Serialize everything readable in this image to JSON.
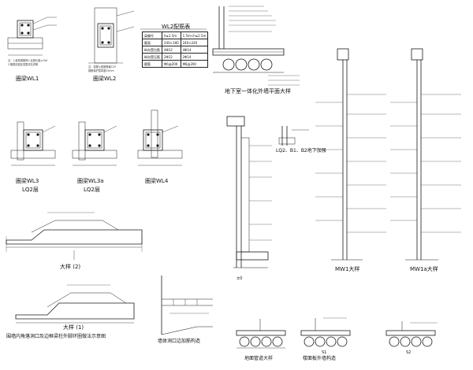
{
  "sheet": {
    "background": "#ffffff",
    "line_color": "#1a1a1a",
    "accent_color": "#d9d9d9"
  },
  "titles": {
    "wl1": "圈梁WL1",
    "wl2": "圈梁WL2",
    "wl2_table": "WL2配筋表",
    "brick_section": "地下室一体化外墙平面大样",
    "wl3": "圈梁WL3",
    "lq2_a": "LQ2层",
    "wl3a": "圈梁WL3a",
    "lq2_b": "LQ2层",
    "wl4": "圈梁WL4",
    "lq_note": "LQ2、B1、B2地下加强",
    "detail2": "大样 (2)",
    "detail1": "大样 (1)",
    "detail1_note": "围墙内角落洞口及边框梁柱外脚环圈做法示意图",
    "mw1": "MW1大样",
    "mw1a": "MW1a大样",
    "waterproof": "墙体洞口边加筋构造",
    "slab": "楼面板外墙构造",
    "pipe": "地面管道大样",
    "elev_note": "±0",
    "s1": "S1",
    "s2": "S2"
  },
  "wl2_table": {
    "header": [
      "梁编号",
      "h≤1.5m",
      "1.5m<h≤2.5m"
    ],
    "rows": [
      [
        "截面",
        "240×180",
        "240×240"
      ],
      [
        "纵向受拉筋",
        "4Φ12",
        "4Φ14"
      ],
      [
        "纵向受压筋",
        "2Φ12",
        "2Φ14"
      ],
      [
        "箍筋",
        "Φ6@200",
        "Φ6@200"
      ]
    ]
  },
  "notes": {
    "n1": "注：1.梁底钢筋伸入支座长度≥15d",
    "n2": "2.箍筋加密区范围详见说明",
    "n3": "注：混凝土强度等级C25",
    "n4": "钢筋保护层厚度25mm"
  }
}
